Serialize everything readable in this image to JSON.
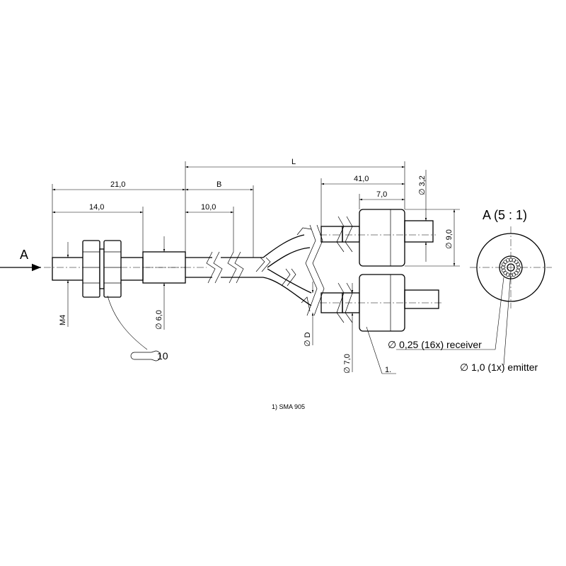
{
  "view_label": "A",
  "detail": {
    "title": "A (5 : 1)"
  },
  "dimensions": {
    "d21": "21,0",
    "d14": "14,0",
    "dL": "L",
    "dB": "B",
    "d10": "10,0",
    "d41": "41,0",
    "d7a": "7,0",
    "d32": "∅ 3,2",
    "d90": "∅ 9,0",
    "m4": "M4",
    "d60": "∅ 6,0",
    "dD": "∅ D",
    "d70": "∅ 7,0"
  },
  "callouts": {
    "wrench": "10",
    "receiver": "∅ 0,25 (16x) receiver",
    "emitter": "∅ 1,0 (1x) emitter",
    "note_ref": "1."
  },
  "footnote": "1) SMA 905"
}
